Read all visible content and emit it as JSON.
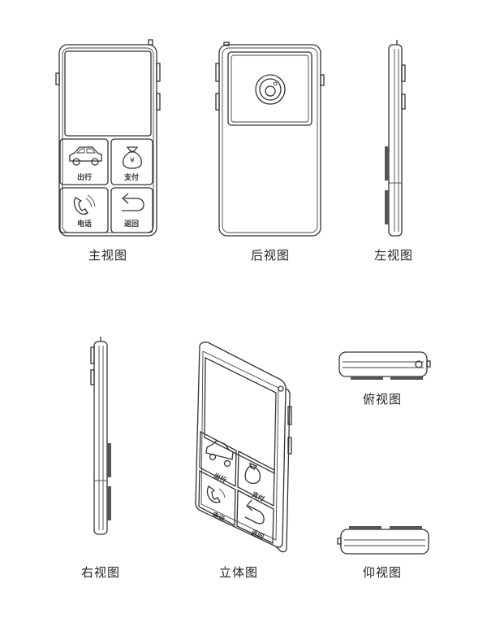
{
  "views": {
    "front": "主视图",
    "back": "后视图",
    "left": "左视图",
    "right": "右视图",
    "perspective": "立体图",
    "top": "俯视图",
    "bottom": "仰视图"
  },
  "buttons": {
    "travel": "出行",
    "pay": "支付",
    "call": "电话",
    "back": "返回",
    "yuan": "¥"
  },
  "colors": {
    "line": "#333333",
    "background": "#ffffff"
  }
}
